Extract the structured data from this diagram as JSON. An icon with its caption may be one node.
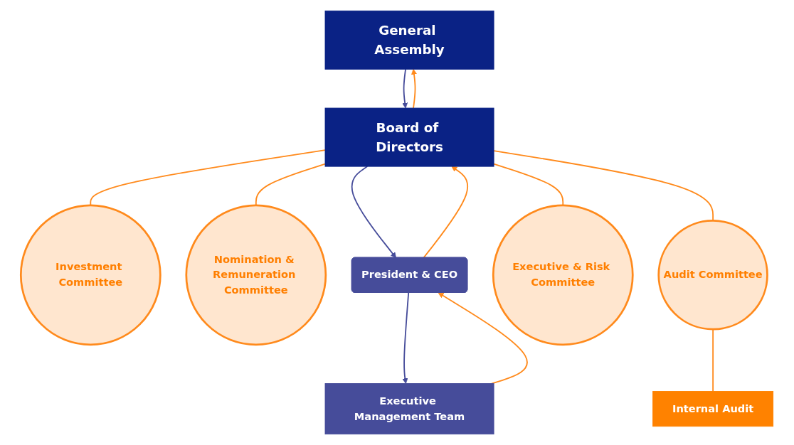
{
  "diagram": {
    "nodes": [
      {
        "text": [
          "General Assembly"
        ]
      },
      {
        "text": [
          "Board of Directors"
        ]
      },
      {
        "text": [
          "Investment Committee"
        ]
      },
      {
        "text": [
          "Nomination & Remuneration Committee"
        ]
      },
      {
        "text": [
          "President & CEO"
        ]
      },
      {
        "text": [
          "Executive & Risk Committee"
        ]
      },
      {
        "text": [
          "Audit Committee"
        ]
      },
      {
        "text": [
          "Executive Management Team"
        ]
      },
      {
        "text": [
          "Internal Audit"
        ]
      }
    ],
    "edges": [
      {
        "from": 0,
        "to": 1,
        "arrow": "to",
        "color": "#464c9a"
      },
      {
        "from": 1,
        "to": 0,
        "arrow": "to"
      },
      {
        "from": 1,
        "to": 2,
        "arrow": "none"
      },
      {
        "from": 1,
        "to": 3,
        "arrow": "none"
      },
      {
        "from": 1,
        "to": 4,
        "arrow": "to",
        "color": "#464c9a"
      },
      {
        "from": 4,
        "to": 1,
        "arrow": "to"
      },
      {
        "from": 1,
        "to": 5,
        "arrow": "none"
      },
      {
        "from": 1,
        "to": 6,
        "arrow": "none"
      },
      {
        "from": 4,
        "to": 7,
        "arrow": "to",
        "color": "#464c9a"
      },
      {
        "from": 7,
        "to": 4,
        "arrow": "to"
      },
      {
        "from": 6,
        "to": 8,
        "arrow": "none"
      }
    ]
  }
}
